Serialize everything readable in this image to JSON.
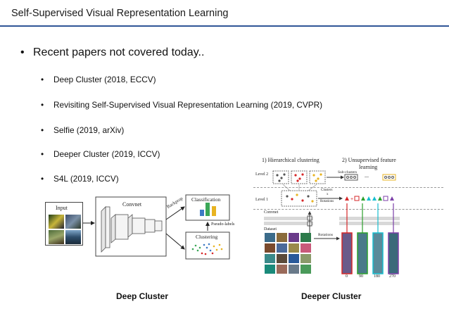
{
  "header": {
    "title": "Self-Supervised Visual Representation Learning"
  },
  "main_bullet": "Recent papers not covered today..",
  "papers": [
    "Deep Cluster (2018, ECCV)",
    "Revisiting Self-Supervised Visual Representation Learning (2019, CVPR)",
    "Selfie (2019, arXiv)",
    "Deeper Cluster (2019, ICCV)",
    "S4L (2019, ICCV)"
  ],
  "deep_cluster_figure": {
    "input": "Input",
    "convnet": "Convnet",
    "backprop": "Backprop",
    "classification": "Classification",
    "pseudo_labels": "Pseudo-labels",
    "clustering": "Clustering",
    "caption": "Deep Cluster"
  },
  "deeper_cluster_figure": {
    "step1": "1) Hierarchical clustering",
    "step2a": "2) Unsupervised feature",
    "step2b": "learning",
    "level2": "Level 2",
    "level1": "Level 1",
    "sub_clusters": "Sub-clusters",
    "clusters_line1": "Clusters",
    "clusters_line2": "x",
    "clusters_line3": "Rotations",
    "convnet": "Convnet",
    "dataset": "Dataset",
    "rotations": "Rotations",
    "ellipsis": "...",
    "angles": [
      "0",
      "90",
      "180",
      "270"
    ],
    "caption": "Deeper Cluster"
  },
  "colors": {
    "rule": "#2f5597",
    "bar_blue": "#3d7bc4",
    "bar_green": "#3aa757",
    "bar_yellow": "#e8b321",
    "arrow_red": "#d62728",
    "arrow_green": "#2ca02c",
    "arrow_cyan": "#17becf",
    "arrow_purple": "#7b3fa8"
  }
}
